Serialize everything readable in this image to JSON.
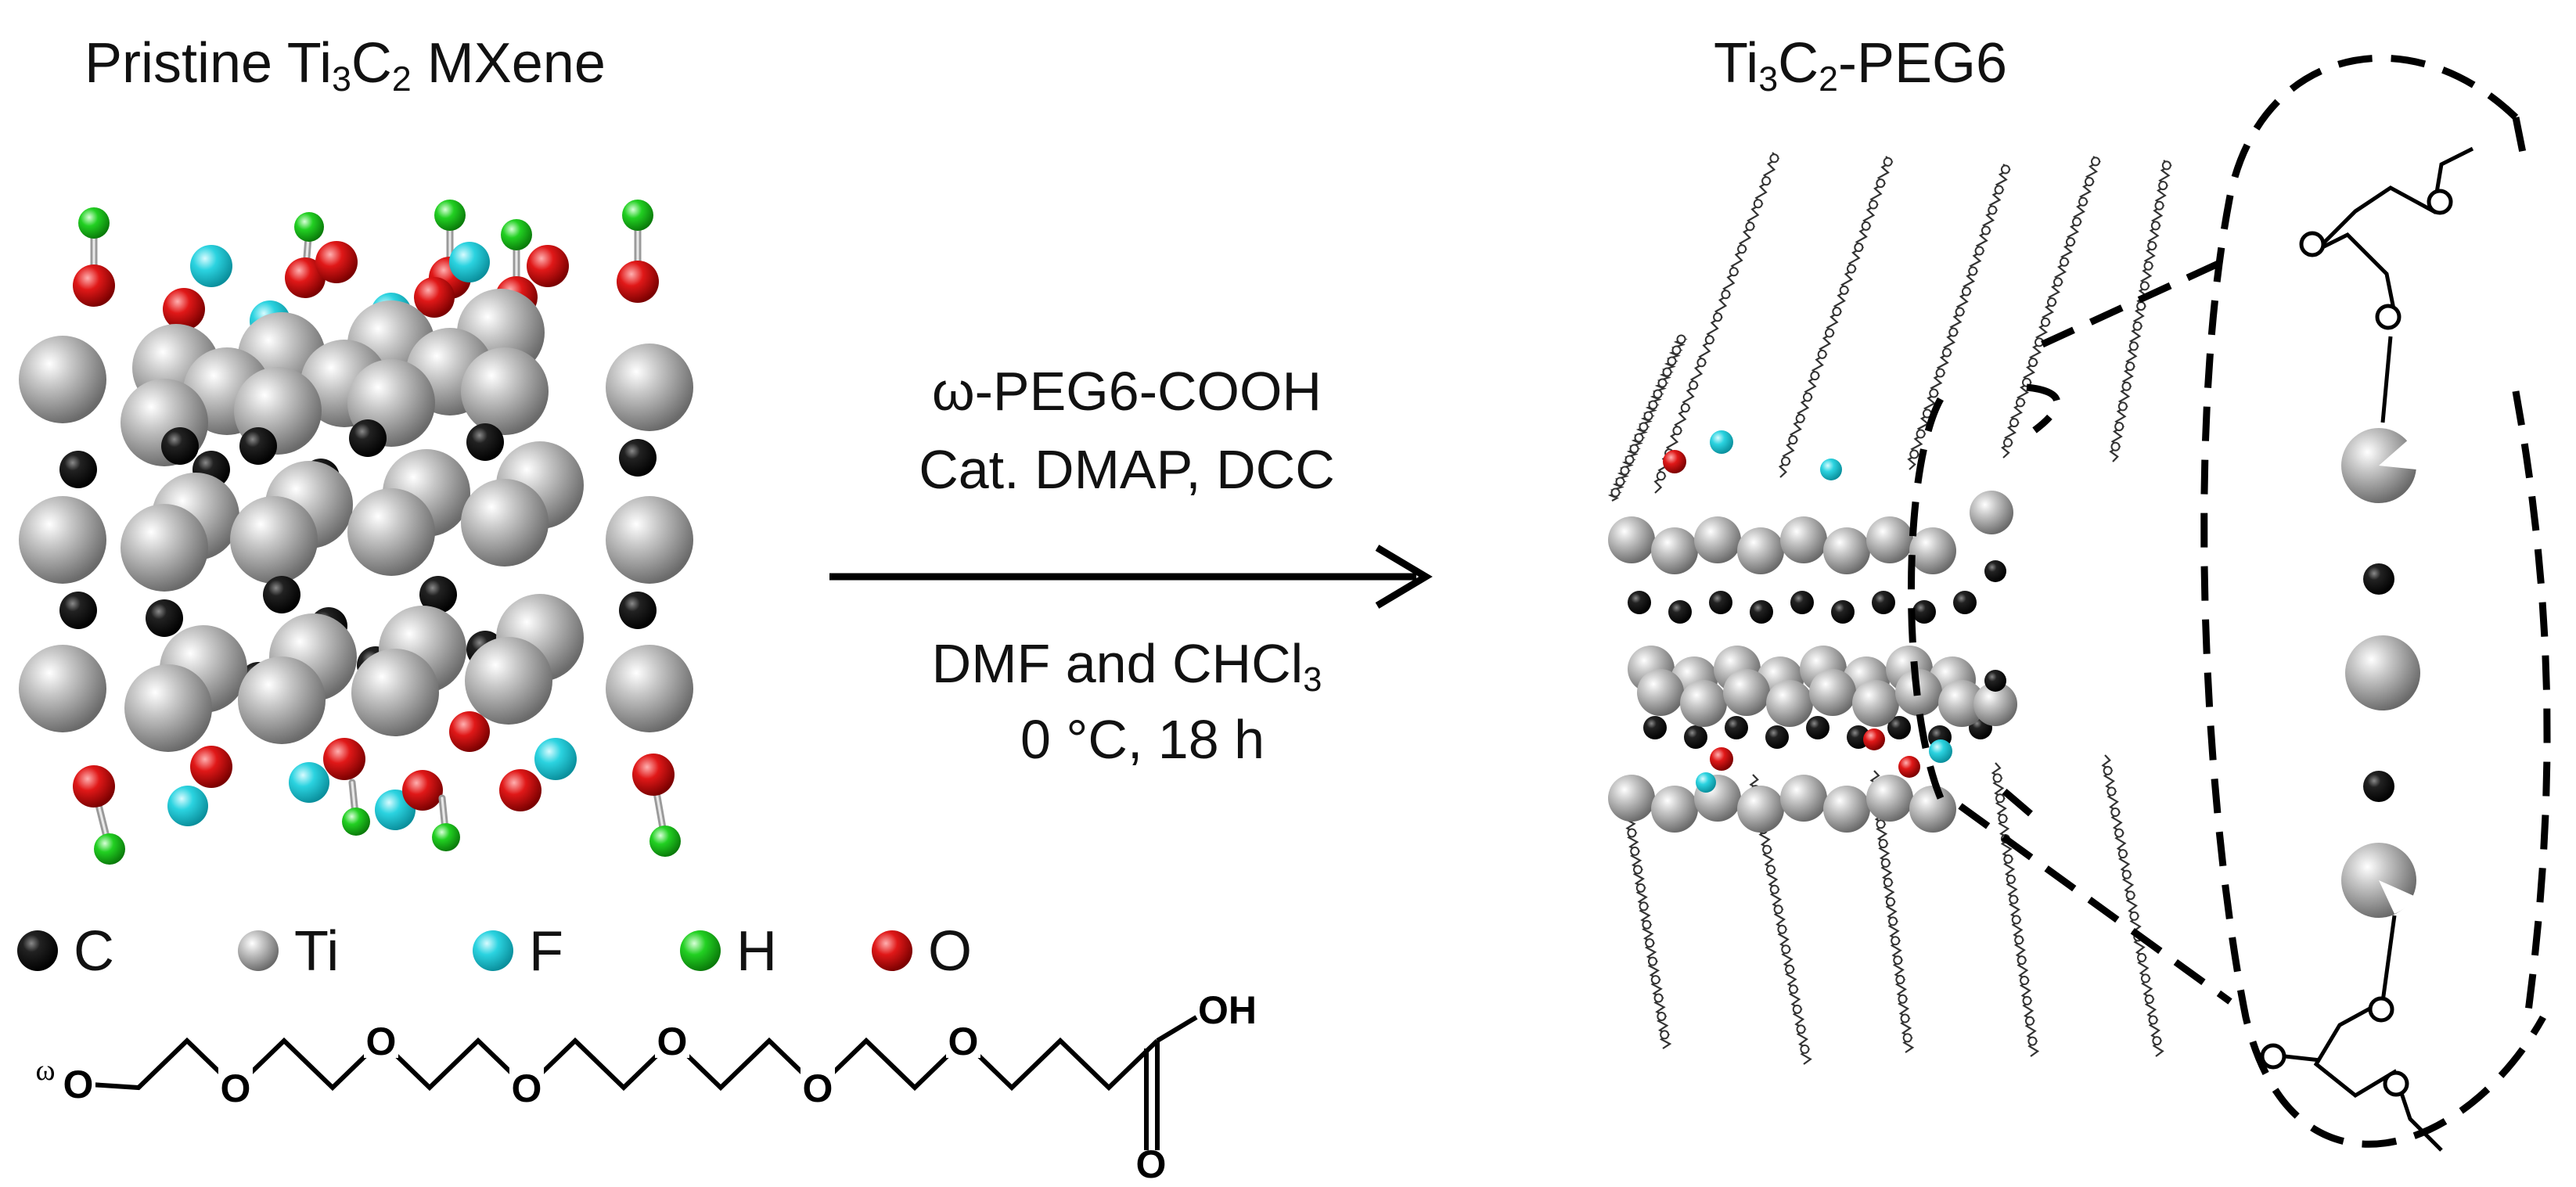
{
  "left_title": {
    "prefix": "Pristine Ti",
    "sub1": "3",
    "mid": "C",
    "sub2": "2",
    "suffix": " MXene"
  },
  "right_title": {
    "prefix": "Ti",
    "sub1": "3",
    "mid": "C",
    "sub2": "2",
    "suffix": "-PEG6"
  },
  "reaction": {
    "reagent_line1": "ω-PEG6-COOH",
    "reagent_line2": "Cat. DMAP, DCC",
    "solvent_prefix": "DMF and CHCl",
    "solvent_sub": "3",
    "conditions": "0 °C, 18 h"
  },
  "legend": [
    {
      "symbol": "C",
      "color": "#111111"
    },
    {
      "symbol": "Ti",
      "color": "#9a9a9a"
    },
    {
      "symbol": "F",
      "color": "#1fc6d3"
    },
    {
      "symbol": "H",
      "color": "#12c212"
    },
    {
      "symbol": "O",
      "color": "#d80e0e"
    }
  ],
  "structure": {
    "omega": "ω",
    "oxygen": "O",
    "acid_oh": "OH",
    "carbonyl_o": "O"
  },
  "colors": {
    "carbon": "#111111",
    "titanium": "#9a9a9a",
    "fluorine": "#1fc6d3",
    "hydrogen": "#12c212",
    "oxygen": "#d80e0e",
    "ink": "#000000"
  }
}
